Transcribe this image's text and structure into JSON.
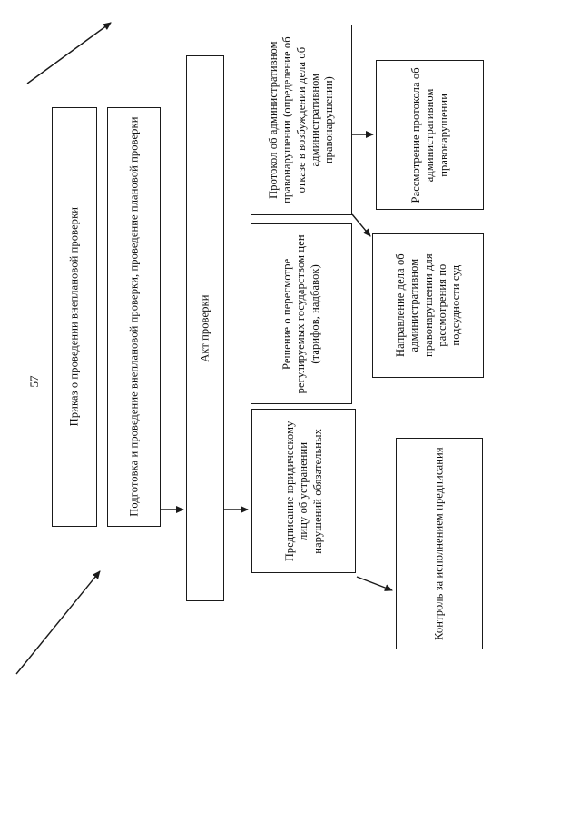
{
  "page": {
    "number": "57"
  },
  "flowchart": {
    "boxes": {
      "order": "Приказ о проведении внеплановой проверки",
      "preparation": "Подготовка и проведение внеплановой проверки, проведение плановой проверки",
      "act": "Акт проверки",
      "protocol": "Протокол об административном правонарушении (определение об отказе в возбуждении дела об административном правонарушении)",
      "decision": "Решение  о пересмотре регулируемых государством цен (тарифов, надбавок)",
      "prescription": "Предписание юридическому лицу об устранении нарушений обязательных",
      "review_protocol": "Рассмотрение протокола об административном правонарушении",
      "referral": "Направление дела об административном правонарушении для рассмотрения по подсудности суд",
      "control": "Контроль за исполнением предписания"
    },
    "ink_color": "#1a1a1a"
  }
}
